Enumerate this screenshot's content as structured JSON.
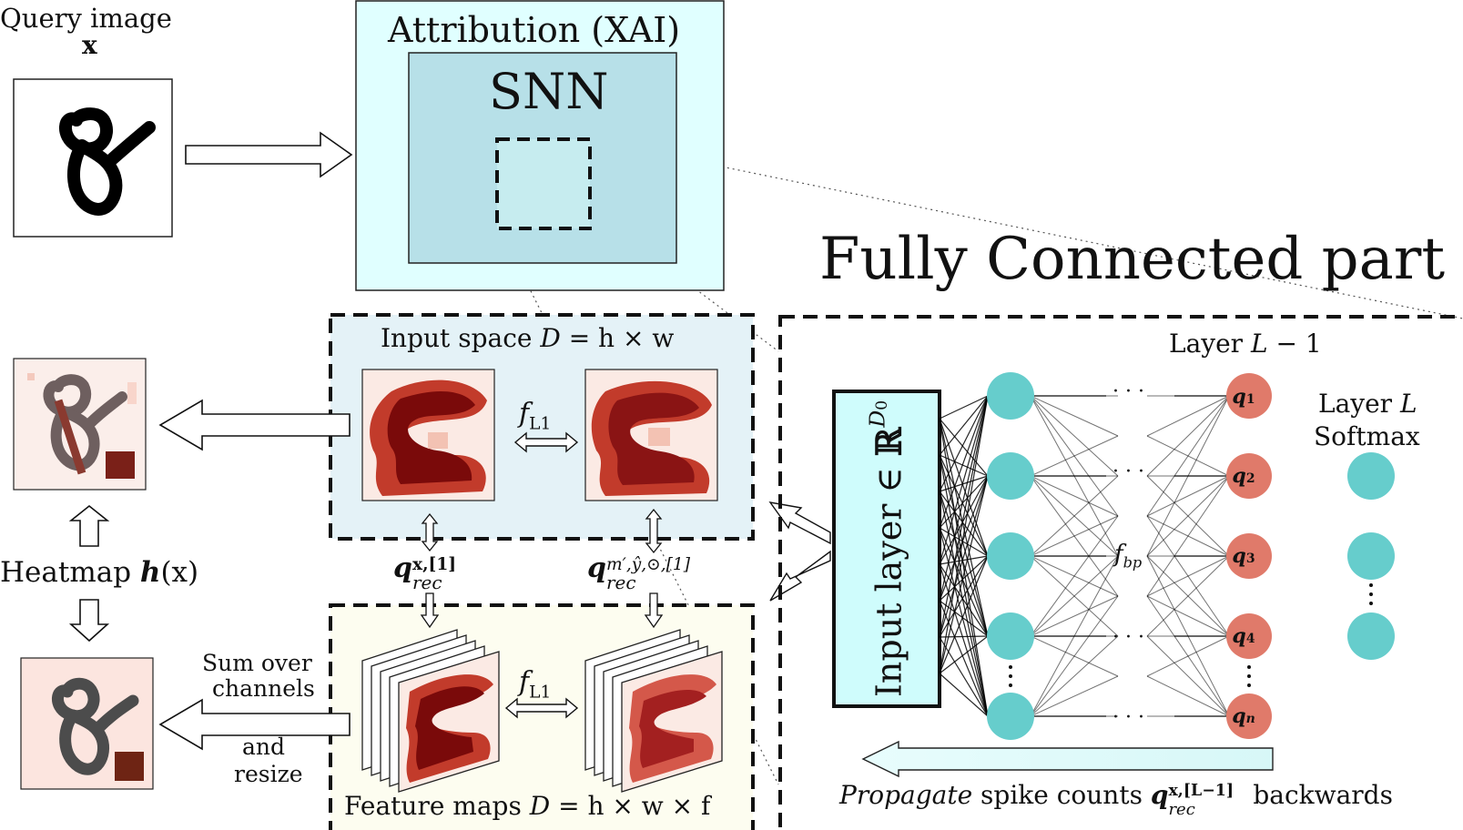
{
  "query": {
    "title": "Query image",
    "var": "x"
  },
  "attribution": {
    "title": "Attribution (XAI)",
    "model": "SNN"
  },
  "fc": {
    "title": "Fully Connected part",
    "layer_lm1": {
      "prefix": "Layer ",
      "var": "L",
      "suffix": " − 1"
    },
    "layer_l": {
      "prefix": "Layer ",
      "var": "L",
      "line2": "Softmax"
    },
    "input_layer": {
      "text": "Input layer ∈ ",
      "blackboard": "ℝ",
      "sup": "D",
      "sup_sub": "0"
    },
    "fbp": {
      "f": "f",
      "sub": "bp"
    },
    "dots": "· · ·",
    "propagate": {
      "italic": "Propagate",
      "text1": " spike counts ",
      "q": "q",
      "sup": "x,[L−1]",
      "sub": "rec",
      "text2": " backwards"
    },
    "q_labels": [
      {
        "q": "q",
        "sub": "1"
      },
      {
        "q": "q",
        "sub": "2"
      },
      {
        "q": "q",
        "sub": "3"
      },
      {
        "q": "q",
        "sub": "4"
      },
      {
        "q": "q",
        "sub": "n"
      }
    ]
  },
  "input_space": {
    "prefix": "Input space ",
    "var": "D",
    "eq": " = h × w"
  },
  "feature_maps": {
    "prefix": "Feature maps ",
    "var": "D",
    "eq": " = h × w × f"
  },
  "fl1": {
    "f": "f",
    "sub": "L1"
  },
  "q_rec_x": {
    "q": "q",
    "sup": "x,[1]",
    "sub": "rec"
  },
  "q_rec_m": {
    "q": "q",
    "sup": "m′,ŷ,⊙,[1]",
    "sub": "rec"
  },
  "heatmap": {
    "text": "Heatmap ",
    "h": "h",
    "arg": "(x)"
  },
  "sum_over": {
    "line1": "Sum over",
    "line2": "channels",
    "line3": "and",
    "line4": "resize"
  },
  "colors": {
    "xai_bg": "#e0ffff",
    "snn_bg": "#b7e0e8",
    "input_space_bg": "#e4f2f7",
    "feature_bg": "#fdfdf0",
    "cyan_neuron": "#66cdcc",
    "red_neuron": "#e07a6a",
    "input_layer_bg": "#cffcfc",
    "heat_dark": "#7a0a0a",
    "heat_mid": "#c23b2b",
    "heat_light": "#f7d2c4"
  }
}
